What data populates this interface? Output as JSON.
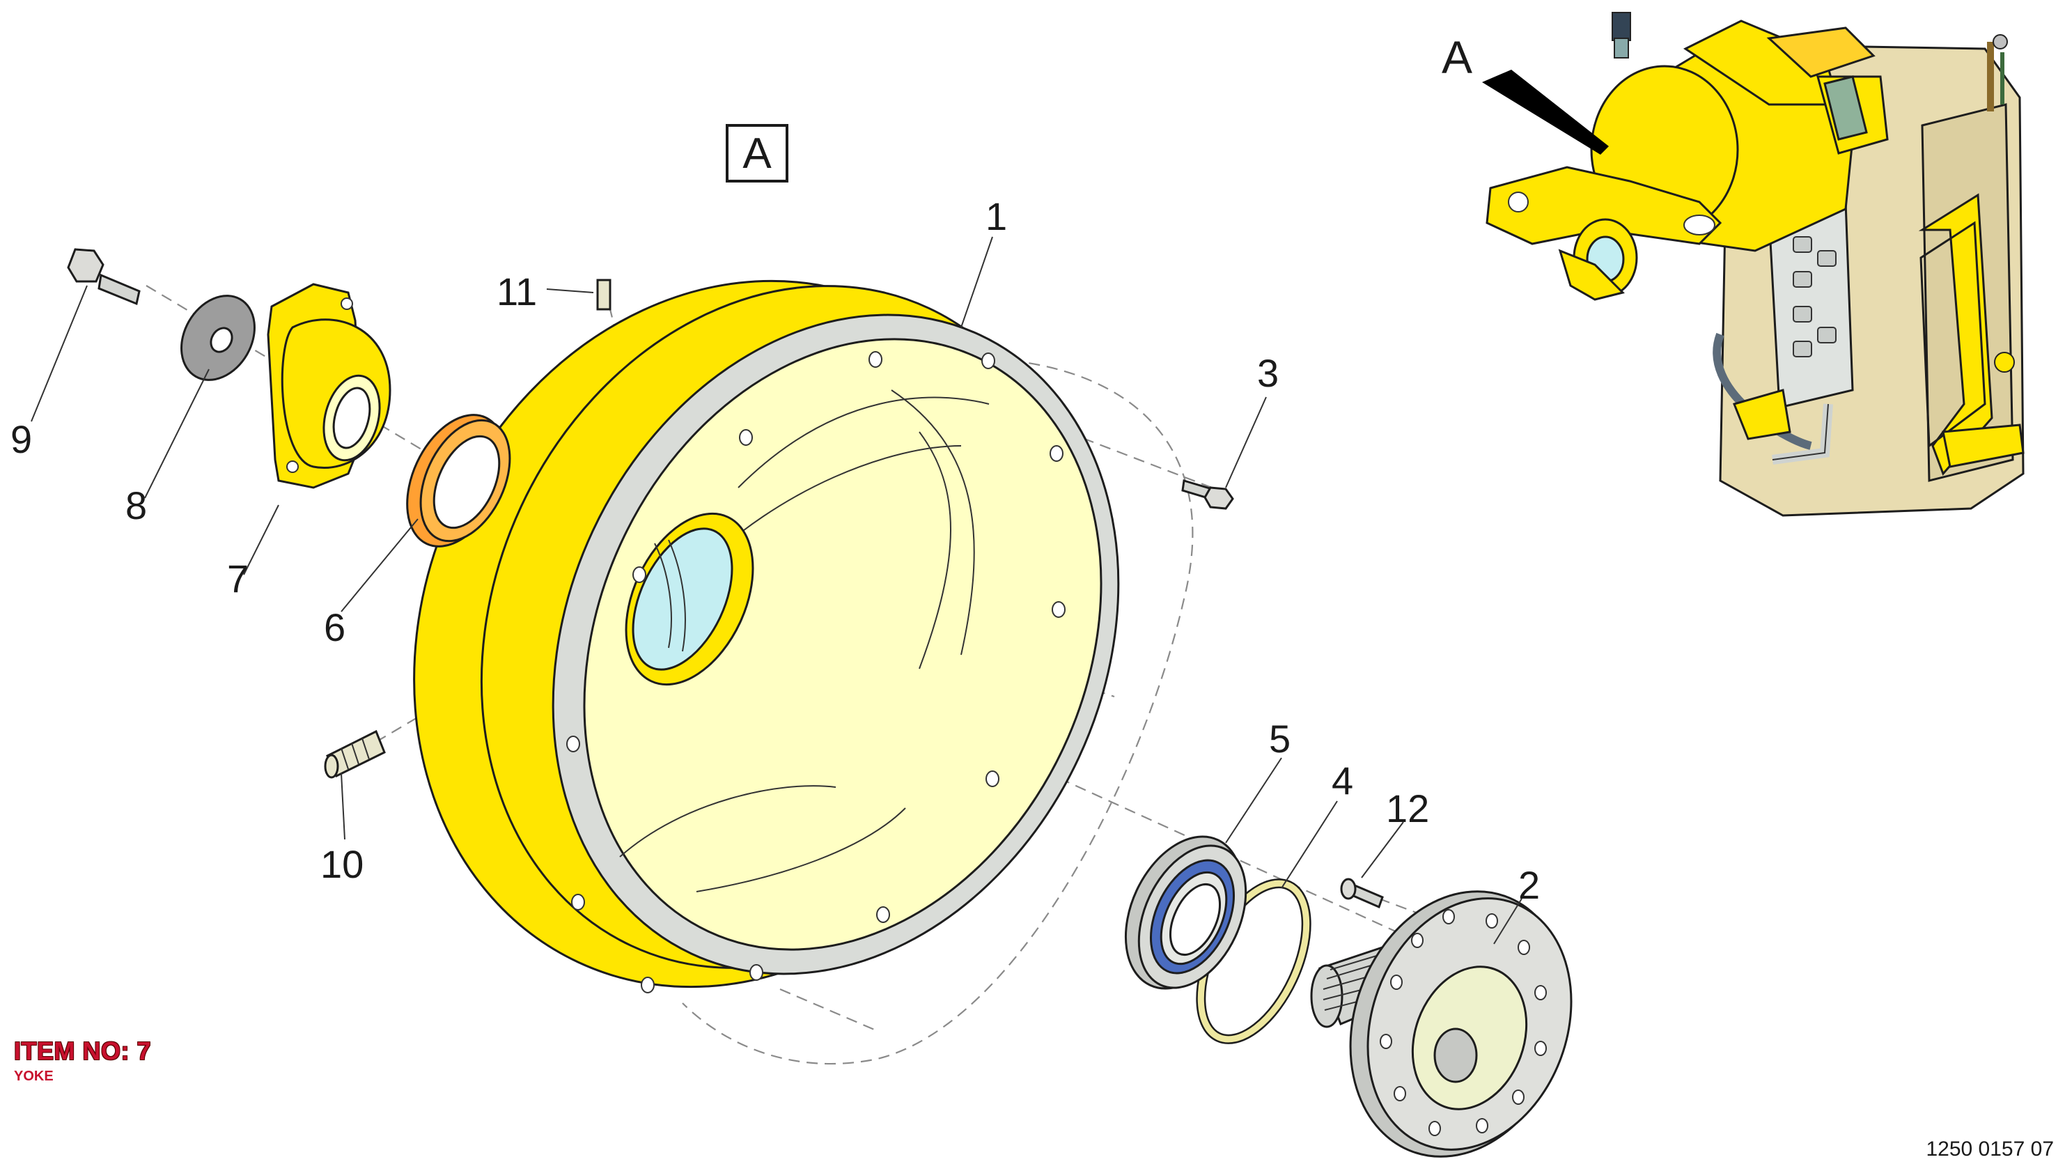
{
  "view_label": "A",
  "detail_pointer_label": "A",
  "callouts": [
    "1",
    "2",
    "3",
    "4",
    "5",
    "6",
    "7",
    "8",
    "9",
    "10",
    "11",
    "12"
  ],
  "item": {
    "number_text": "ITEM NO: 7",
    "description": "YOKE"
  },
  "document_number": "1250 0157 07",
  "colors": {
    "part_yellow": "#ffe600",
    "light_yellow": "#ffffc4",
    "tan": "#e8dcb0",
    "item_red": "#c8102e",
    "orange_seal": "#ffa033",
    "bearing_blue": "#4a6cc0"
  }
}
